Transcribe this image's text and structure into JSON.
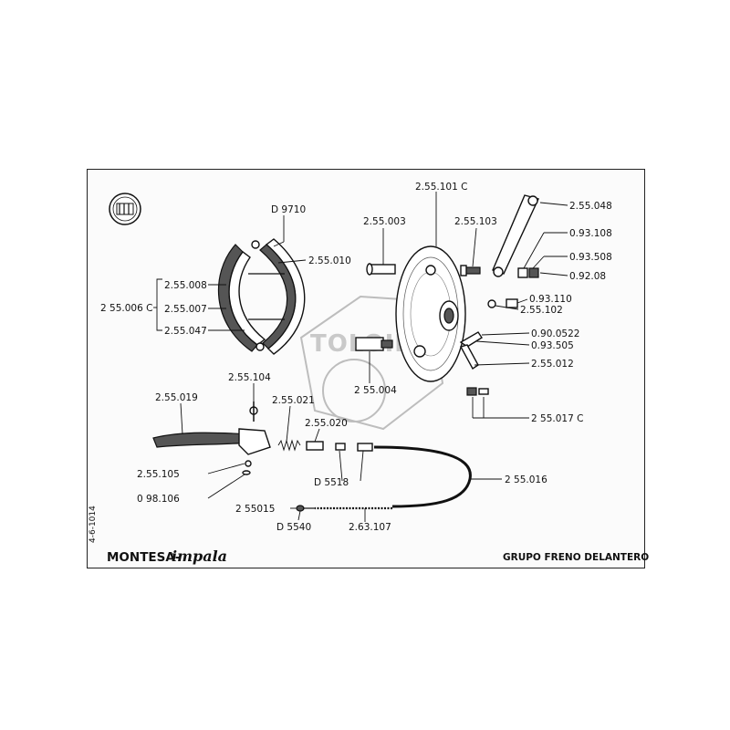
{
  "footer": {
    "brand": "MONTESA-",
    "model": "impala",
    "section": "GRUPO FRENO DELANTERO",
    "side_code": "4-6-1014"
  },
  "watermark": {
    "text": "TOLOIMPA"
  },
  "labels": {
    "d9710": "D 9710",
    "p255010": "2.55.010",
    "p255008": "2.55.008",
    "p255007": "2.55.007",
    "p255047": "2.55.047",
    "p255006c": "2 55.006 C",
    "p255003": "2.55.003",
    "p255101c": "2.55.101 C",
    "p255103": "2.55.103",
    "p255048": "2.55.048",
    "p093108": "0.93.108",
    "p093508": "0.93.508",
    "p09208": "0.92.08",
    "p093110": "0.93.110",
    "p255102": "2.55.102",
    "p0900522": "0.90.0522",
    "p093505": "0.93.505",
    "p255012": "2.55.012",
    "p255004": "2 55.004",
    "p255017c": "2 55.017 C",
    "p255104": "2.55.104",
    "p255019": "2.55.019",
    "p255021": "2.55.021",
    "p255020": "2.55.020",
    "p255105": "2.55.105",
    "p098106": "0 98.106",
    "d5518": "D 5518",
    "p255016": "2 55.016",
    "p255015": "2 55015",
    "d5540": "D 5540",
    "p263107": "2.63.107"
  }
}
